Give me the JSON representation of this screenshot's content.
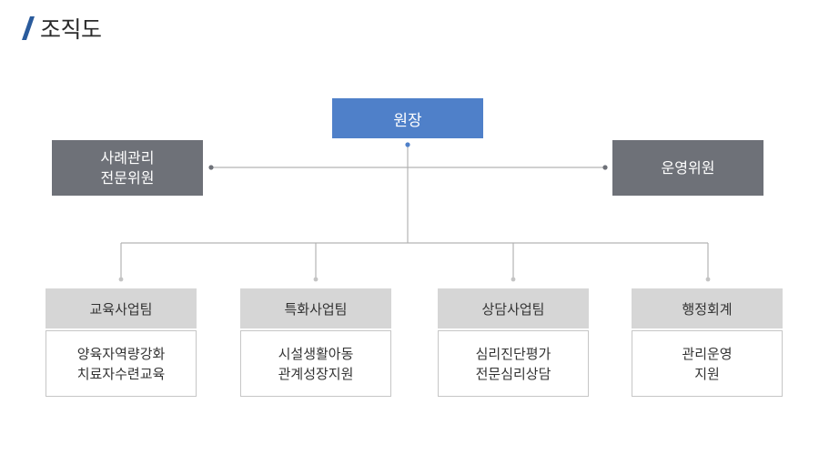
{
  "header": {
    "title": "조직도"
  },
  "org": {
    "director": "원장",
    "advisory_left": {
      "line1": "사례관리",
      "line2": "전문위원"
    },
    "advisory_right": "운영위원",
    "teams": [
      {
        "name": "교육사업팀",
        "duties": [
          "양육자역량강화",
          "치료자수련교육"
        ]
      },
      {
        "name": "특화사업팀",
        "duties": [
          "시설생활아동",
          "관계성장지원"
        ]
      },
      {
        "name": "상담사업팀",
        "duties": [
          "심리진단평가",
          "전문심리상담"
        ]
      },
      {
        "name": "행정회계",
        "duties": [
          "관리운영",
          "지원"
        ]
      }
    ],
    "colors": {
      "director": "#4f80c9",
      "committee": "#6e7178",
      "team_header": "#d6d6d6",
      "accent": "#2a5b9c"
    }
  }
}
